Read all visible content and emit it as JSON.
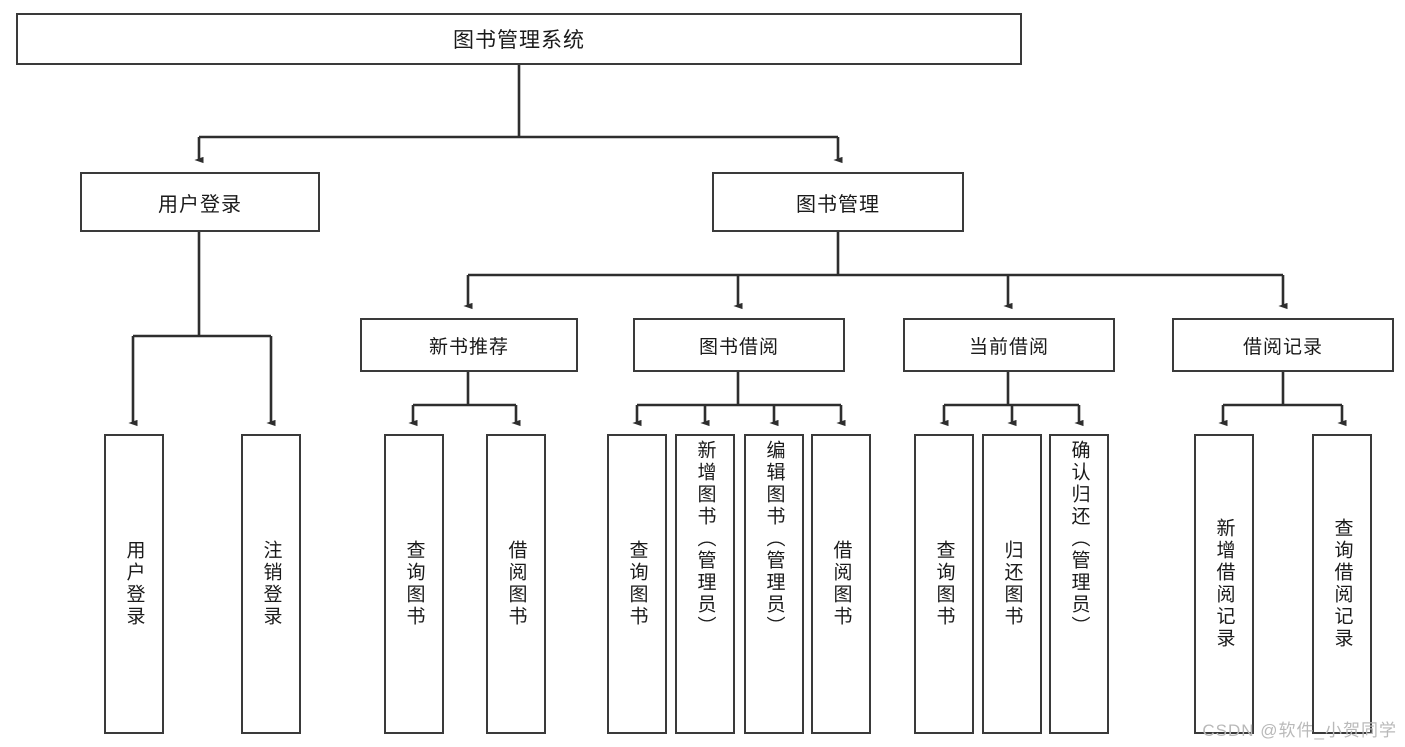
{
  "diagram": {
    "title": "图书管理系统",
    "root": {
      "label": "图书管理系统"
    },
    "level1": [
      {
        "label": "用户登录"
      },
      {
        "label": "图书管理"
      }
    ],
    "level2": [
      {
        "label": "新书推荐"
      },
      {
        "label": "图书借阅"
      },
      {
        "label": "当前借阅"
      },
      {
        "label": "借阅记录"
      }
    ],
    "leaves": {
      "user_login": [
        {
          "label": "用户登录"
        },
        {
          "label": "注销登录"
        }
      ],
      "new_book_recommend": [
        {
          "label": "查询图书"
        },
        {
          "label": "借阅图书"
        }
      ],
      "book_borrow": [
        {
          "label": "查询图书"
        },
        {
          "label": "新增图书（管理员）"
        },
        {
          "label": "编辑图书（管理员）"
        },
        {
          "label": "借阅图书"
        }
      ],
      "current_borrow": [
        {
          "label": "查询图书"
        },
        {
          "label": "归还图书"
        },
        {
          "label": "确认归还（管理员）"
        }
      ],
      "borrow_record": [
        {
          "label": "新增借阅记录"
        },
        {
          "label": "查询借阅记录"
        }
      ]
    }
  },
  "watermark": {
    "text": "CSDN @软件_小贺同学"
  },
  "colors": {
    "border": "#3a3a3a",
    "background": "#ffffff",
    "text": "#1a1a1a",
    "connector": "#2e2e2e",
    "watermark": "#b9b9b9"
  }
}
